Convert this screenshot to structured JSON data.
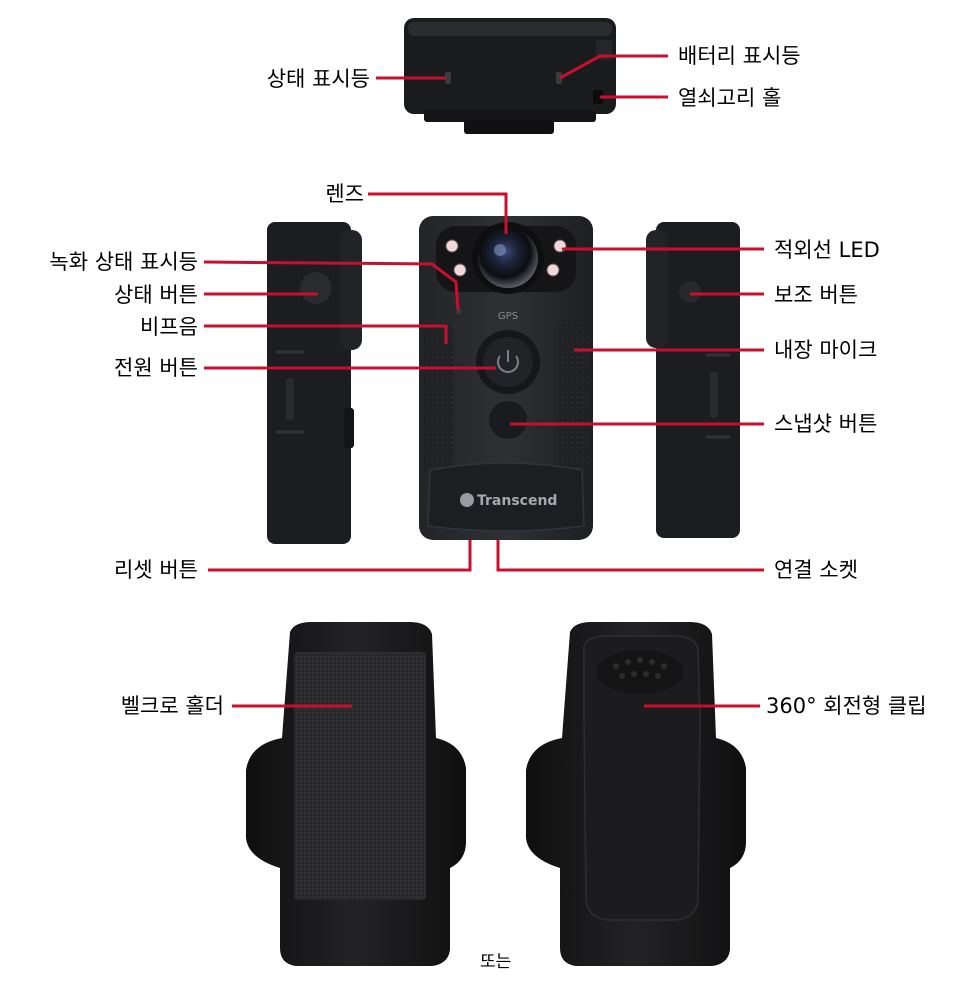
{
  "colors": {
    "leader": "#c8102e",
    "device_body": "#1b1c1e",
    "device_edge": "#2c2d30",
    "holder": "#161617"
  },
  "top_view": {
    "labels": {
      "status_led": "상태 표시등",
      "battery_led": "배터리 표시등",
      "keyring_hole": "열쇠고리 홀"
    }
  },
  "front_view": {
    "brand": "Transcend",
    "gps": "GPS",
    "labels": {
      "lens": "렌즈",
      "record_led": "녹화 상태 표시등",
      "status_button": "상태 버튼",
      "beeper": "비프음",
      "power_button": "전원 버튼",
      "ir_led": "적외선 LED",
      "aux_button": "보조 버튼",
      "mic": "내장 마이크",
      "snapshot_button": "스냅샷 버튼",
      "reset_button": "리셋 버튼",
      "connector": "연결 소켓"
    }
  },
  "accessories": {
    "velcro_holder": "벨크로 홀더",
    "rotating_clip": "360° 회전형 클립",
    "or_text": "또는"
  }
}
